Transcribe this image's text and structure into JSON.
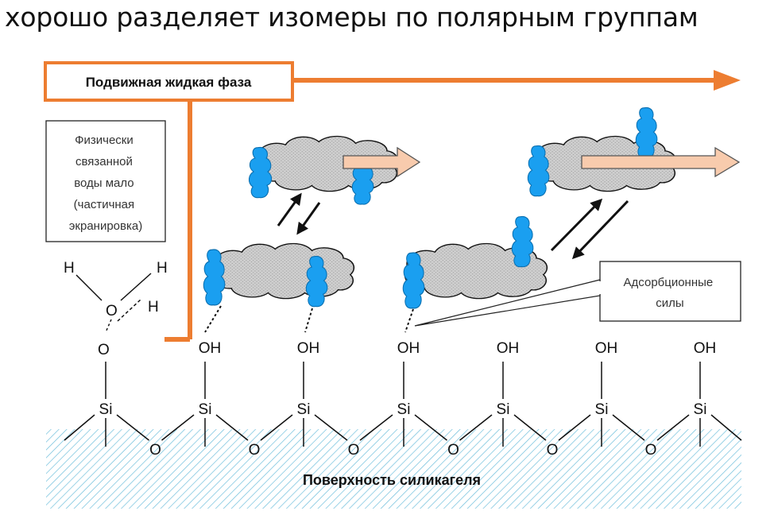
{
  "title": "хорошо разделяет изомеры по полярным группам",
  "mobile_phase_label": "Подвижная жидкая фаза",
  "water_note": [
    "Физически",
    "связанной",
    "воды мало",
    "(частичная",
    "экранировка)"
  ],
  "adsorption_note": [
    "Адсорбционные",
    "силы"
  ],
  "surface_label": "Поверхность силикагеля",
  "water_atoms": {
    "o": "O",
    "h": "H"
  },
  "surface_oxygen": "O",
  "oh_group": "OH",
  "silicon": "Si",
  "colors": {
    "accent_orange": "#ed7d31",
    "flow_arrow": "#f8cbad",
    "molecule_blue": "#1a9ff0",
    "molecule_gray": "#d0d0d0",
    "hatch": "#6fbfdc"
  }
}
